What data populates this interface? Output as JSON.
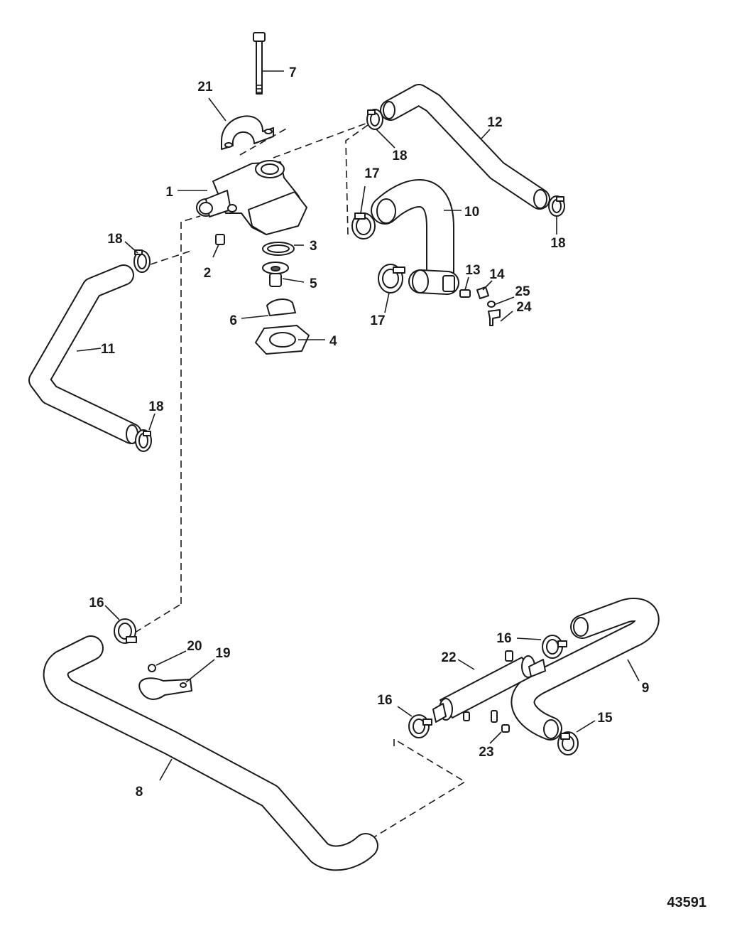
{
  "diagram": {
    "reference_number": "43591",
    "callouts": [
      "1",
      "2",
      "3",
      "4",
      "5",
      "6",
      "7",
      "8",
      "9",
      "10",
      "11",
      "12",
      "13",
      "14",
      "15",
      "16",
      "16",
      "16",
      "17",
      "17",
      "18",
      "18",
      "18",
      "18",
      "19",
      "20",
      "21",
      "22",
      "23",
      "24",
      "25"
    ]
  }
}
